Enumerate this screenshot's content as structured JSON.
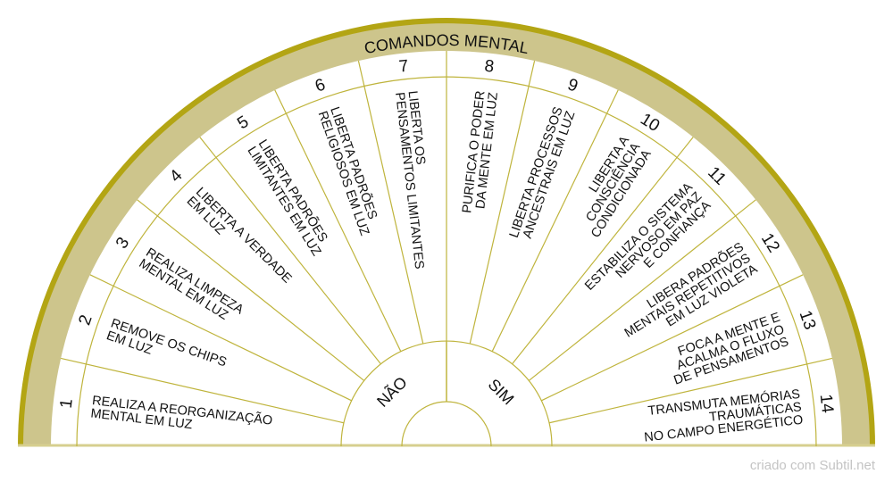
{
  "title": "COMANDOS MENTAL",
  "hub": {
    "no": "NÃO",
    "yes": "SIM"
  },
  "watermark": "criado com Subtil.net",
  "colors": {
    "band": "#cdc58c",
    "rim": "#b3a514",
    "line": "#bfb43c"
  },
  "sectors": [
    {
      "number": "1",
      "lines": [
        "REALIZA A REORGANIZAÇÃO",
        "MENTAL EM LUZ"
      ]
    },
    {
      "number": "2",
      "lines": [
        "REMOVE OS CHIPS",
        "EM LUZ"
      ]
    },
    {
      "number": "3",
      "lines": [
        "REALIZA LIMPEZA",
        "MENTAL EM LUZ"
      ]
    },
    {
      "number": "4",
      "lines": [
        "LIBERTA A VERDADE",
        "EM LUZ"
      ]
    },
    {
      "number": "5",
      "lines": [
        "LIBERTA PADRÕES",
        "LIMITANTES EM LUZ"
      ]
    },
    {
      "number": "6",
      "lines": [
        "LIBERTA PADRÕES",
        "RELIGIOSOS EM LUZ"
      ]
    },
    {
      "number": "7",
      "lines": [
        "LIBERTA OS",
        "PENSAMENTOS LIMITANTES"
      ]
    },
    {
      "number": "8",
      "lines": [
        "PURIFICA O PODER",
        "DA MENTE EM LUZ"
      ]
    },
    {
      "number": "9",
      "lines": [
        "LIBERTA PROCESSOS",
        "ANCESTRAIS EM LUZ"
      ]
    },
    {
      "number": "10",
      "lines": [
        "LIBERTA A",
        "CONSCIÊNCIA",
        "CONDICIONADA"
      ]
    },
    {
      "number": "11",
      "lines": [
        "ESTABILIZA O SISTEMA",
        "NERVOSO EM PAZ",
        "E CONFIANÇA"
      ]
    },
    {
      "number": "12",
      "lines": [
        "LIBERA PADRÕES",
        "MENTAIS REPETITIVOS",
        "EM LUZ VIOLETA"
      ]
    },
    {
      "number": "13",
      "lines": [
        "FOCA A MENTE E",
        "ACALMA O FLUXO",
        "DE PENSAMENTOS"
      ]
    },
    {
      "number": "14",
      "lines": [
        "TRANSMUTA MEMÓRIAS",
        "TRAUMÁTICAS",
        "NO CAMPO ENERGÉTICO"
      ]
    }
  ]
}
